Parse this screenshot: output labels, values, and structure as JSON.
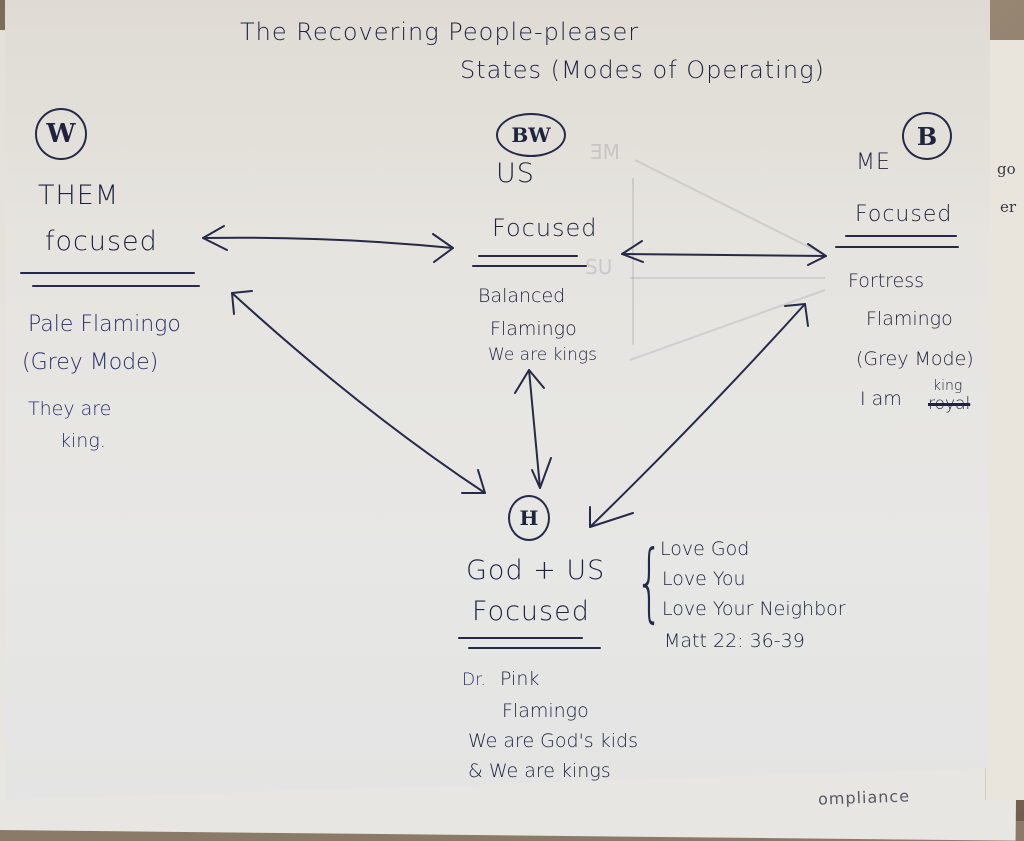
{
  "title": {
    "line1": "The Recovering People-pleaser",
    "line2": "States (Modes of Operating)"
  },
  "nodes": {
    "them": {
      "badge": "W",
      "heading": "THEM",
      "focus": "focused",
      "name": "Pale Flamingo",
      "mode": "(Grey Mode)",
      "motto_line1": "They are",
      "motto_line2": "king."
    },
    "us": {
      "badge": "BW",
      "heading": "US",
      "focus": "Focused",
      "name_line1": "Balanced",
      "name_line2": "Flamingo",
      "motto": "We are kings"
    },
    "me": {
      "badge": "B",
      "heading": "ME",
      "focus": "Focused",
      "name_line1": "Fortress",
      "name_line2": "Flamingo",
      "mode": "(Grey Mode)",
      "motto_prefix": "I am",
      "motto_struck": "royal",
      "motto_correction": "king"
    },
    "god_us": {
      "badge": "H",
      "heading": "God + US",
      "focus": "Focused",
      "name_prefix": "Dr.",
      "name_line1": "Pink",
      "name_line2": "Flamingo",
      "motto_line1": "We are God's kids",
      "motto_line2": "& We are kings",
      "brace_items": [
        "Love God",
        "Love You",
        "Love Your Neighbor",
        "Matt 22: 36-39"
      ]
    }
  },
  "connections": [
    {
      "from": "them",
      "to": "us",
      "type": "double-arrow"
    },
    {
      "from": "us",
      "to": "me",
      "type": "double-arrow"
    },
    {
      "from": "them",
      "to": "god_us",
      "type": "double-arrow"
    },
    {
      "from": "us",
      "to": "god_us",
      "type": "double-arrow"
    },
    {
      "from": "me",
      "to": "god_us",
      "type": "double-arrow"
    }
  ],
  "background_sheets": {
    "right_edge_text": [
      "go",
      "er"
    ],
    "bottom_sheet_text": "ompliance"
  },
  "colors": {
    "ink": "#1f2340",
    "paper": "#e6e4df"
  }
}
